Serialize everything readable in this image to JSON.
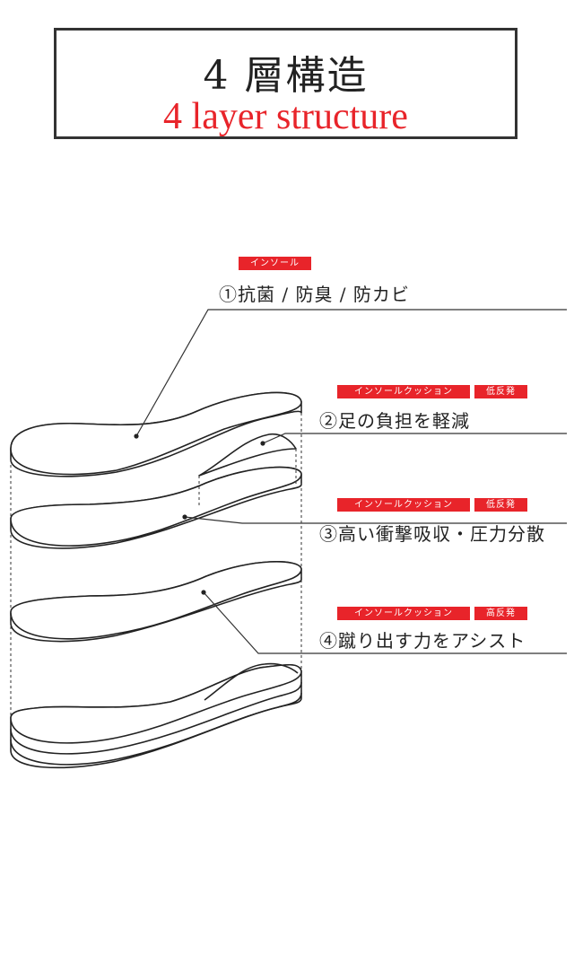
{
  "title": {
    "jp": "4 層構造",
    "en": "4 layer structure"
  },
  "layers": [
    {
      "tags": [
        "インソール"
      ],
      "label": "①抗菌 / 防臭 / 防カビ"
    },
    {
      "tags": [
        "インソールクッション",
        "低反発"
      ],
      "label": "②足の負担を軽減"
    },
    {
      "tags": [
        "インソールクッション",
        "低反発"
      ],
      "label": "③高い衝撃吸収・圧力分散"
    },
    {
      "tags": [
        "インソールクッション",
        "高反発"
      ],
      "label": "④蹴り出す力をアシスト"
    }
  ],
  "colors": {
    "accent": "#e8242a",
    "ink": "#222222"
  }
}
